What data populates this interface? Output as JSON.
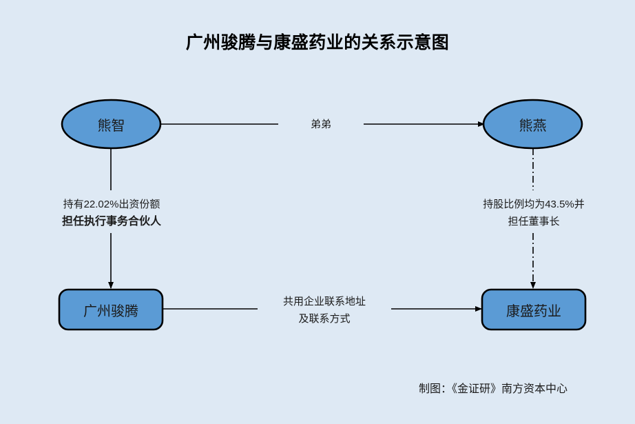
{
  "title": "广州骏腾与康盛药业的关系示意图",
  "colors": {
    "background": "#dee9f4",
    "node_fill": "#5b9bd5",
    "node_stroke": "#000000",
    "text": "#1b1b1b",
    "connector": "#000000"
  },
  "nodes": [
    {
      "id": "xiong-zhi",
      "label": "熊智",
      "shape": "ellipse"
    },
    {
      "id": "xiong-yan",
      "label": "熊燕",
      "shape": "ellipse"
    },
    {
      "id": "guangzhou-junteng",
      "label": "广州骏腾",
      "shape": "rounded-rect"
    },
    {
      "id": "kangsheng-yaoye",
      "label": "康盛药业",
      "shape": "rounded-rect"
    }
  ],
  "edges": [
    {
      "id": "xiongzhi-to-xiongyan",
      "from": "xiong-zhi",
      "to": "xiong-yan",
      "style": "solid",
      "arrow": "end",
      "label_lines": [
        "弟弟"
      ]
    },
    {
      "id": "xiongzhi-to-junteng",
      "from": "xiong-zhi",
      "to": "guangzhou-junteng",
      "style": "solid",
      "arrow": "end",
      "label_lines": [
        "持有22.02%出资份额",
        "担任执行事务合伙人"
      ],
      "label_bold_lines": [
        false,
        true
      ]
    },
    {
      "id": "xiongyan-to-kangsheng",
      "from": "xiong-yan",
      "to": "kangsheng-yaoye",
      "style": "dash-dot",
      "arrow": "end",
      "label_lines": [
        "持股比例均为43.5%并",
        "担任董事长"
      ],
      "label_bold_lines": [
        false,
        false
      ]
    },
    {
      "id": "junteng-to-kangsheng",
      "from": "guangzhou-junteng",
      "to": "kangsheng-yaoye",
      "style": "solid",
      "arrow": "end",
      "label_lines": [
        "共用企业联系地址",
        "及联系方式"
      ],
      "label_bold_lines": [
        false,
        false
      ]
    }
  ],
  "credit": "制图：《金证研》南方资本中心"
}
